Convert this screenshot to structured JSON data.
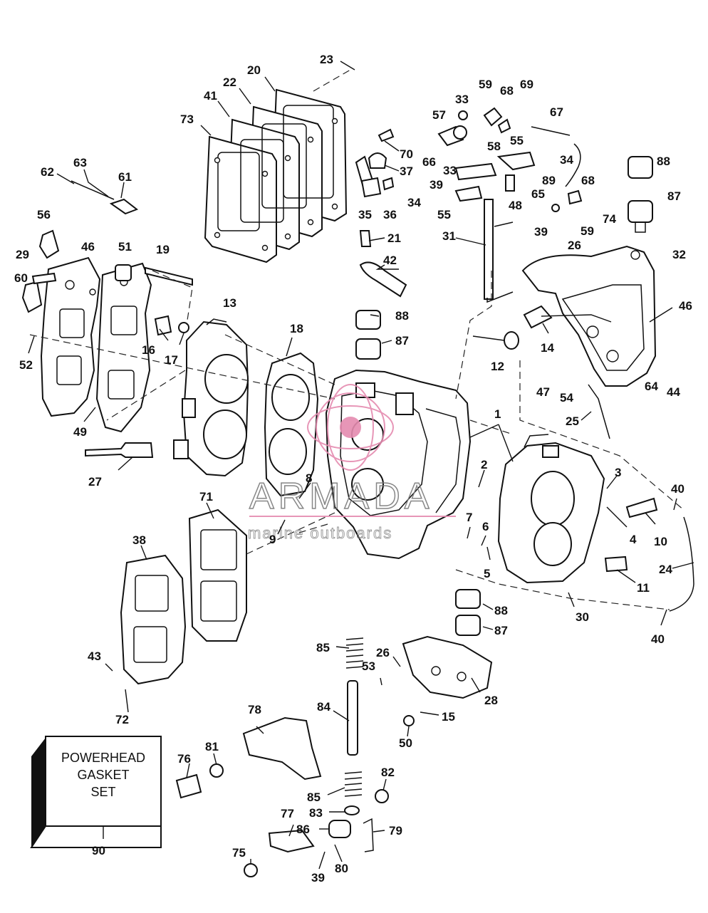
{
  "diagram": {
    "kit_label": [
      "POWERHEAD",
      "GASKET",
      "SET"
    ],
    "watermark": {
      "main": "ARMADA",
      "sub": "marine outboards",
      "color": "#e58bb0"
    },
    "part_labels": [
      "23",
      "20",
      "22",
      "41",
      "73",
      "59",
      "68",
      "69",
      "33",
      "57",
      "67",
      "70",
      "37",
      "66",
      "58",
      "55",
      "34",
      "33",
      "39",
      "89",
      "88",
      "62",
      "63",
      "61",
      "35",
      "36",
      "34",
      "55",
      "48",
      "65",
      "68",
      "87",
      "56",
      "21",
      "31",
      "39",
      "59",
      "74",
      "46",
      "29",
      "51",
      "19",
      "42",
      "26",
      "32",
      "60",
      "13",
      "46",
      "88",
      "12",
      "14",
      "16",
      "17",
      "18",
      "87",
      "52",
      "47",
      "54",
      "64",
      "44",
      "49",
      "1",
      "25",
      "27",
      "2",
      "3",
      "40",
      "8",
      "71",
      "7",
      "6",
      "4",
      "10",
      "9",
      "38",
      "5",
      "24",
      "11",
      "88",
      "30",
      "87",
      "85",
      "26",
      "43",
      "53",
      "40",
      "28",
      "72",
      "15",
      "78",
      "84",
      "50",
      "81",
      "76",
      "82",
      "85",
      "83",
      "77",
      "86",
      "79",
      "90",
      "75",
      "80",
      "39"
    ]
  }
}
